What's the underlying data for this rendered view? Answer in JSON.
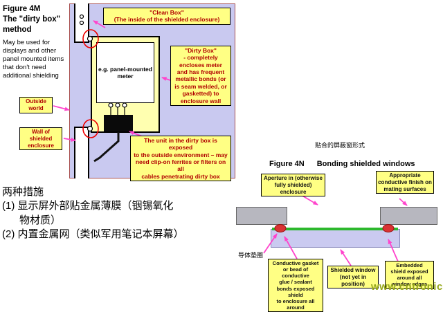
{
  "colors": {
    "panel_lavender": "#c9c9f0",
    "callout_yellow": "#ffff84",
    "callout_text_red": "#b00000",
    "arrow_magenta": "#ff44cc",
    "highlight_red": "#ee0000",
    "gasket_red": "#d93333",
    "shield_green": "#2db82d",
    "watermark_green": "#96a81a"
  },
  "fig4m": {
    "title": "Figure 4M\nThe \"dirty box\"\nmethod",
    "note": "May be used for\ndisplays and other\npanel mounted items\nthat don't need\nadditional shielding",
    "clean_box_label": "\"Clean Box\"\n(The inside of the shielded enclosure)",
    "dirty_box_label": "\"Dirty Box\"\n- completely\nencloses meter\nand has frequent\nmetallic bonds (or\nis seam welded, or\ngasketted) to\nenclosure wall",
    "outside_world_label": "Outside\nworld",
    "wall_label": "Wall of\nshielded\nenclosure",
    "meter_label": "e.g. panel-mounted\nmeter",
    "exposed_note": "The unit in the dirty box is exposed\nto the outside environment – may\nneed clip-on ferrites or filters on all\ncables penetrating dirty box"
  },
  "annotation_cn": {
    "text": "两种措施\n(1) 显示屏外部贴金属薄膜（铟锡氧化\n      物材质）\n(2) 内置金属网（类似军用笔记本屏幕）"
  },
  "fig4n": {
    "subtitle_cn": "贴合的屏蔽窗形式",
    "fig_no": "Figure 4N",
    "title": "Bonding shielded windows",
    "aperture_label": "Aperture in (otherwise\nfully shielded) enclosure",
    "finish_label": "Appropriate\nconductive finish on\nmating surfaces",
    "gasket_cn": "导体垫圈",
    "gasket_label": "Conductive gasket\nor bead of conductive\nglue / sealant\nbonds exposed shield\nto enclosure all around",
    "window_label": "Shielded window\n(not yet in position)",
    "shield_label": "Embedded\nshield exposed\naround all\nwindow edges"
  },
  "watermark": "www.cntronics.com"
}
